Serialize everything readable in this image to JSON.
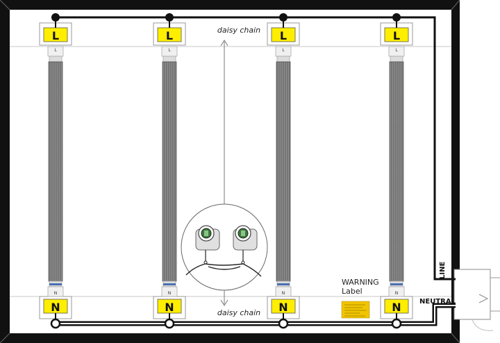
{
  "socket_labels": {
    "top": "L",
    "bottom": "N",
    "tube_top": "L",
    "tube_bottom": "N"
  },
  "annotations": {
    "daisy_top": "daisy chain",
    "daisy_bottom": "daisy chain",
    "warning_line1": "WARNING",
    "warning_line2": "Label",
    "line_wire": "LINE",
    "neutral_wire": "NEUTRAL"
  },
  "colors": {
    "socket_yellow": "#ffee00",
    "frame": "#111111",
    "tube": "#8a8a8a",
    "tube_dark": "#5e5e5e",
    "warning_fill": "#f2c400"
  }
}
